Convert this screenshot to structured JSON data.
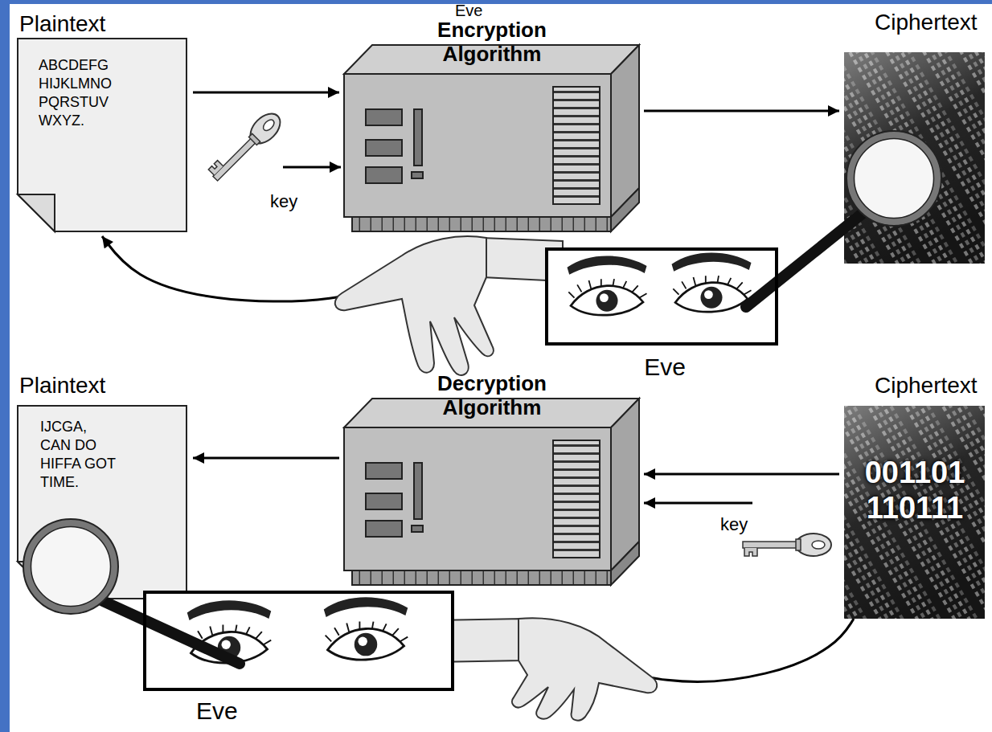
{
  "diagram": {
    "nodes": [
      {
        "text": [
          "Plaintext",
          "ABCDEFG HIJKLMNO PQRSTUV WXYZ."
        ]
      },
      {
        "text": [
          "Encryption Algorithm"
        ]
      },
      {
        "text": [
          "Ciphertext"
        ]
      },
      {
        "text": [
          "Eve"
        ]
      },
      {
        "text": [
          "Plaintext",
          "IJCGA, CAN DO HIFFA GOT TIME."
        ]
      },
      {
        "text": [
          "Decryption Algorithm"
        ]
      },
      {
        "text": [
          "Ciphertext",
          "001101 110111"
        ]
      },
      {
        "text": [
          "Eve"
        ]
      }
    ],
    "edges": [
      {
        "from": 0,
        "to": 1,
        "arrow": "to"
      },
      {
        "from": 1,
        "to": 2,
        "arrow": "to"
      },
      {
        "from": 3,
        "to": 0,
        "arrow": "to"
      },
      {
        "from": 6,
        "to": 5,
        "arrow": "to"
      },
      {
        "from": 5,
        "to": 4,
        "arrow": "to"
      },
      {
        "from": 6,
        "to": 7,
        "arrow": "none"
      }
    ],
    "labels": [
      "Eve",
      "key",
      "key"
    ]
  }
}
